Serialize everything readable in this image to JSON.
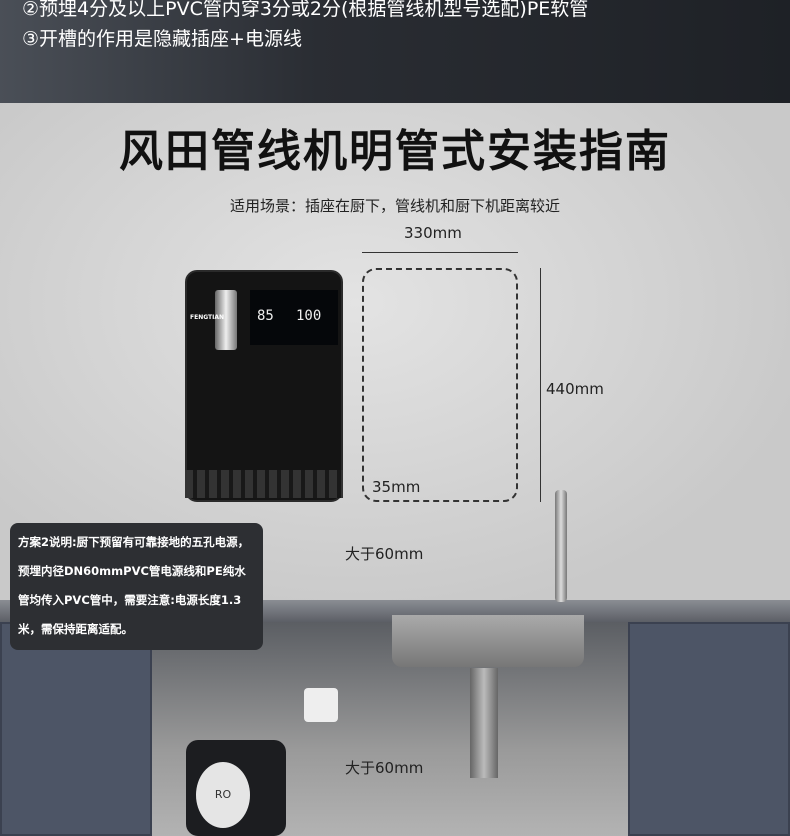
{
  "header": {
    "line2": "②预埋4分及以上PVC管内穿3分或2分(根据管线机型号选配)PE软管",
    "line3": "③开槽的作用是隐藏插座+电源线"
  },
  "title": "风田管线机明管式安装指南",
  "subtitle": "适用场景：插座在厨下，管线机和厨下机距离较近",
  "dimensions": {
    "width": "330mm",
    "height": "440mm",
    "offset": "35mm",
    "hole_upper": "大于60mm",
    "hole_lower": "大于60mm"
  },
  "machine": {
    "brand": "FENGTIAN",
    "temp_left": "85",
    "temp_right": "100"
  },
  "note": "方案2说明:厨下预留有可靠接地的五孔电源，预埋内径DN60mmPVC管电源线和PE纯水管均传入PVC管中，需要注意:电源长度1.3米，需保持距离适配。",
  "ro_label": "RO"
}
